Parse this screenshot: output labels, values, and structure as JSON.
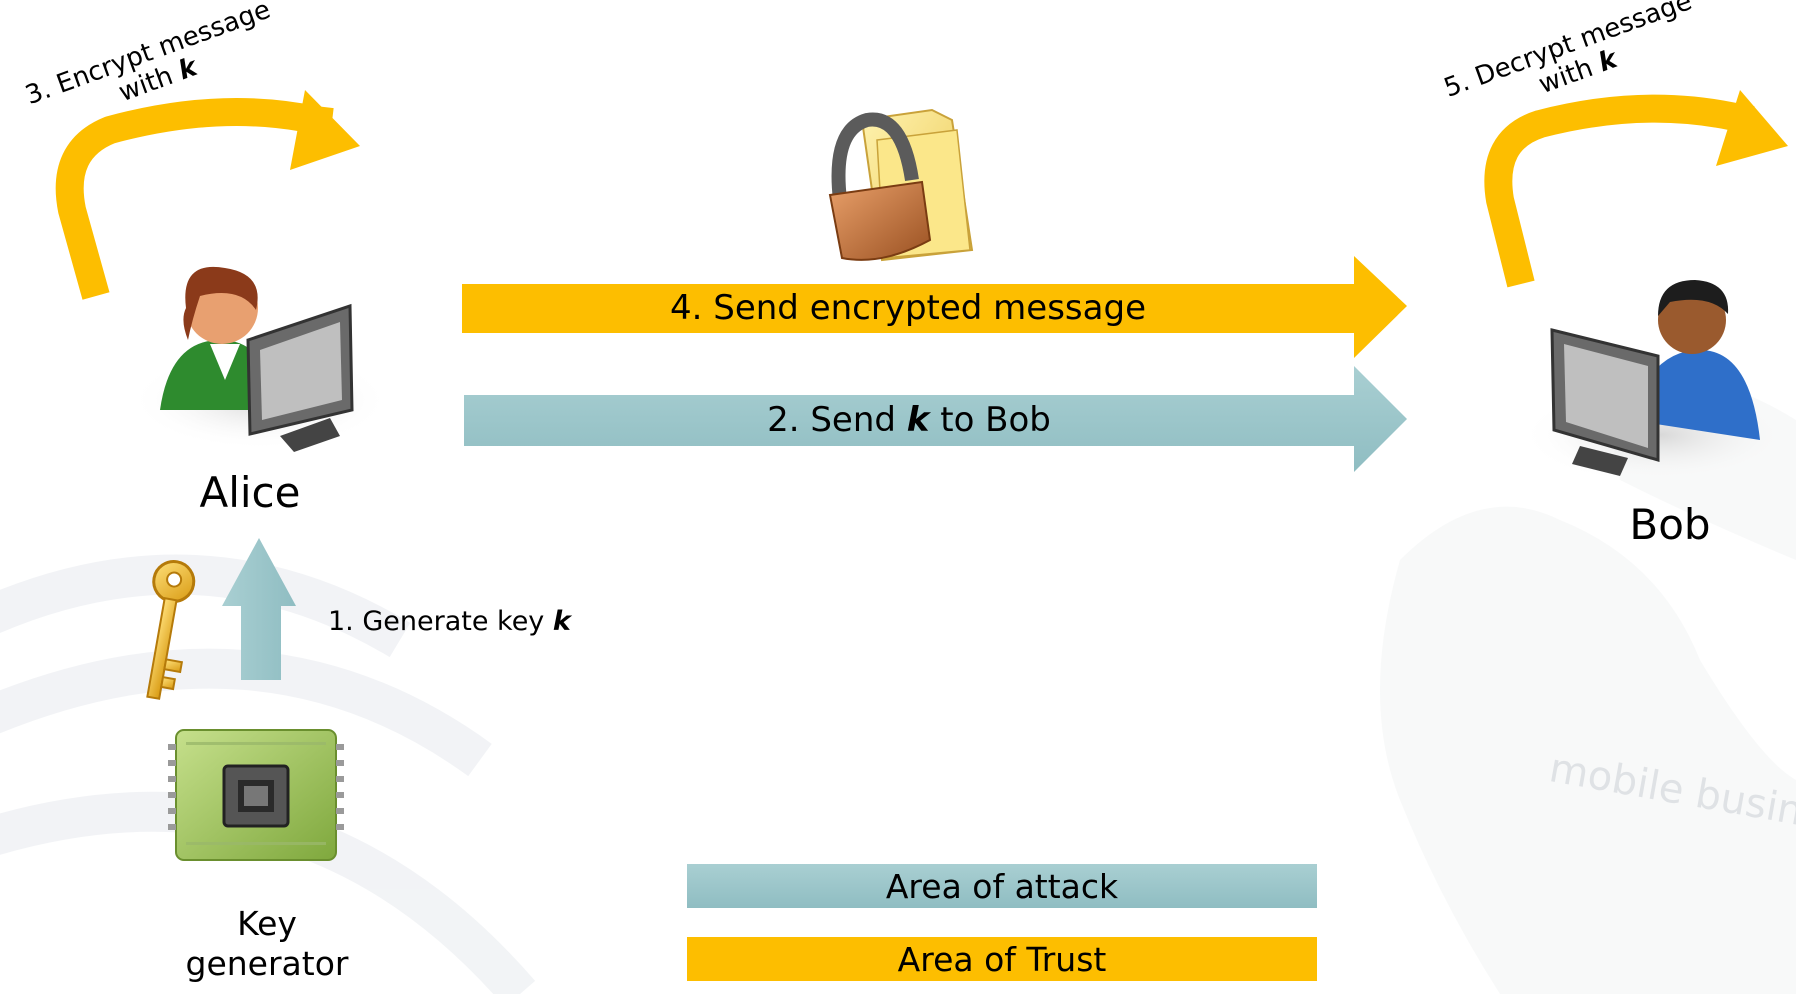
{
  "steps": {
    "step1_prefix": "1. Generate key",
    "step1_key": "k",
    "step2_prefix": "2. Send",
    "step2_key": "k",
    "step2_suffix": "to Bob",
    "step3_line1": "3. Encrypt message",
    "step3_line2_prefix": "with",
    "step3_key": "k",
    "step4": "4. Send encrypted message",
    "step5_line1": "5. Decrypt message",
    "step5_line2_prefix": "with",
    "step5_key": "k"
  },
  "actors": {
    "alice": "Alice",
    "bob": "Bob",
    "key_generator_line1": "Key",
    "key_generator_line2": "generator"
  },
  "legend": {
    "attack": "Area of attack",
    "trust": "Area of Trust"
  },
  "watermark": "mobile business",
  "colors": {
    "trust": "#FDBE00",
    "attack": "#9DC6CA",
    "attack_dark": "#7FB1B7"
  },
  "icons": [
    "lock-folder-icon",
    "key-icon",
    "chip-icon",
    "alice-user-icon",
    "bob-user-icon"
  ]
}
